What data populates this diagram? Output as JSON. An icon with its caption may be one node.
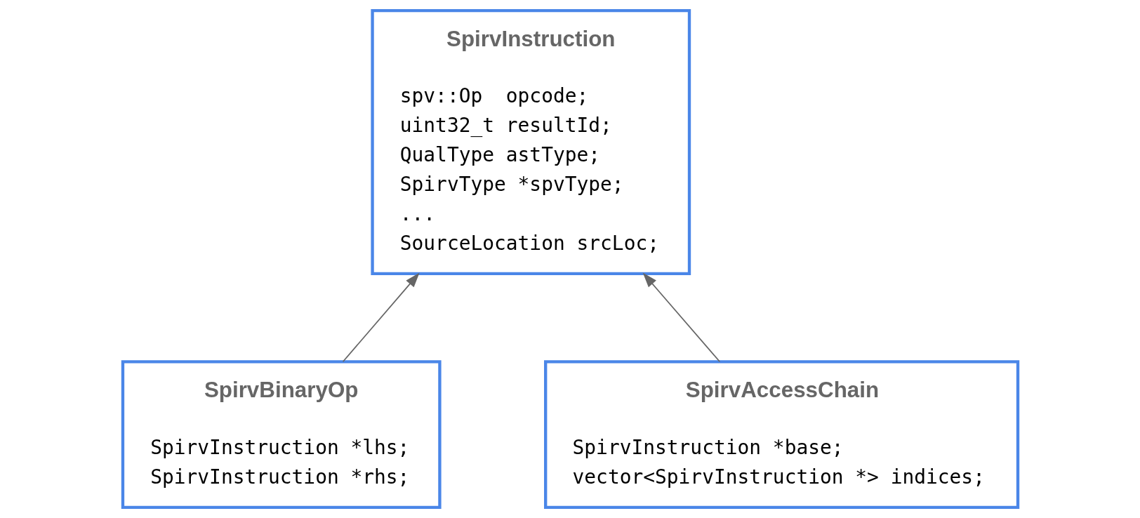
{
  "diagram": {
    "nodes": [
      {
        "text": [
          "SpirvInstruction",
          "spv::Op  opcode;",
          "uint32_t resultId;",
          "QualType astType;",
          "SpirvType *spvType;",
          "...",
          "SourceLocation srcLoc;"
        ]
      },
      {
        "text": [
          "SpirvBinaryOp",
          "SpirvInstruction *lhs;",
          "SpirvInstruction *rhs;"
        ]
      },
      {
        "text": [
          "SpirvAccessChain",
          "SpirvInstruction *base;",
          "vector<SpirvInstruction *> indices;"
        ]
      }
    ],
    "edges": [
      {
        "from": 1,
        "to": 0,
        "arrow": "to"
      },
      {
        "from": 2,
        "to": 0,
        "arrow": "to"
      }
    ]
  }
}
